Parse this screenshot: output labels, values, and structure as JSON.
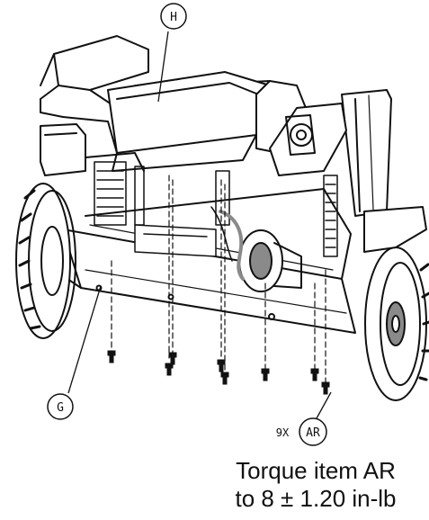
{
  "callouts": {
    "h": "H",
    "g": "G",
    "ar": "AR",
    "ar_quantity": "9X"
  },
  "note": {
    "line1": "Torque item AR",
    "line2": "to 8 ± 1.20 in-lb"
  },
  "colors": {
    "line": "#111111",
    "background": "#ffffff",
    "shade": "#8a8a8a"
  },
  "icons": [
    "screw-icon"
  ]
}
